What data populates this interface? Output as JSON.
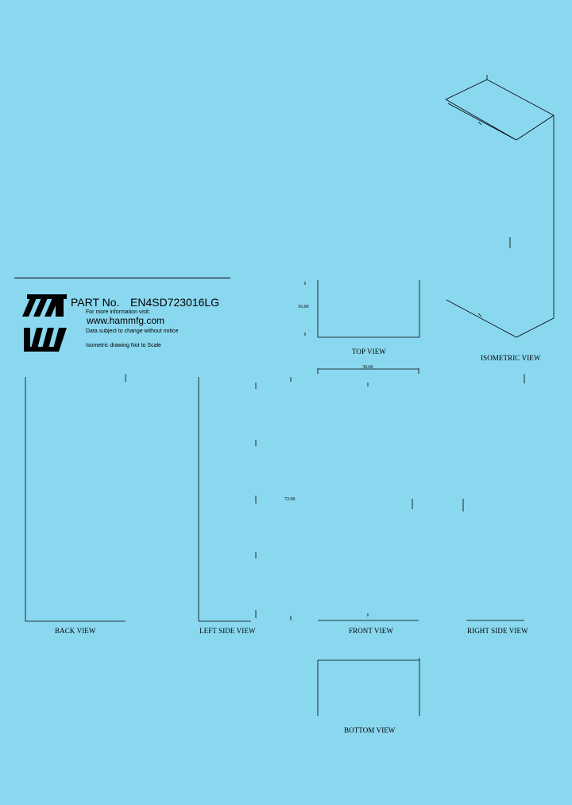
{
  "title_block": {
    "part_label": "PART No.",
    "part_number": "EN4SD723016LG",
    "info_line": "For more information visit:",
    "website": "www.hammfg.com",
    "disclaimer": "Data subject to change without notice",
    "scale_note": "Isometric drawing Not to Scale"
  },
  "views": {
    "top": "TOP VIEW",
    "isometric": "ISOMETRIC VIEW",
    "back": "BACK VIEW",
    "left_side": "LEFT SIDE VIEW",
    "front": "FRONT VIEW",
    "right_side": "RIGHT SIDE VIEW",
    "bottom": "BOTTOM VIEW"
  },
  "dimensions": {
    "depth": "16.00",
    "width": "30.00",
    "height": "72.00"
  },
  "colors": {
    "background": "#8ad8ef",
    "ink": "#000000"
  },
  "icons": {
    "logo": "hammond-logo"
  }
}
